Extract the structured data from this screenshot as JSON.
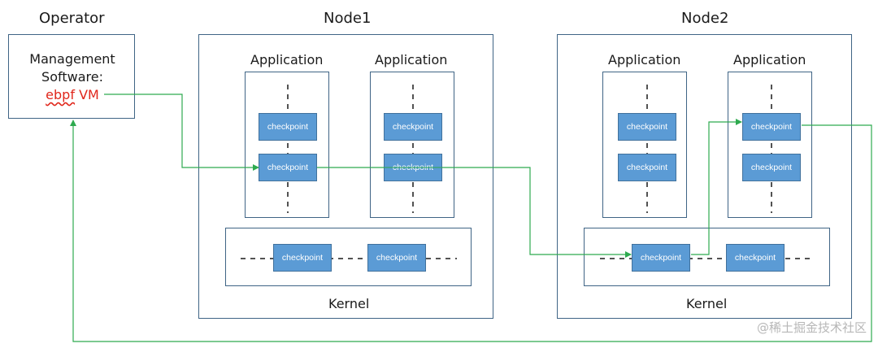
{
  "titles": {
    "operator": "Operator",
    "node1": "Node1",
    "node2": "Node2"
  },
  "management": {
    "line1": "Management",
    "line2": "Software:",
    "ebpf": "ebpf",
    "vm": "VM"
  },
  "application_label": "Application",
  "kernel_label": "Kernel",
  "checkpoint_label": "checkpoint",
  "watermark": "@稀土掘金技术社区",
  "colors": {
    "box_border": "#3f6485",
    "checkpoint_fill": "#5b9bd5",
    "flow_line": "#2eaa4f",
    "ebpf_text": "#e0261b"
  }
}
